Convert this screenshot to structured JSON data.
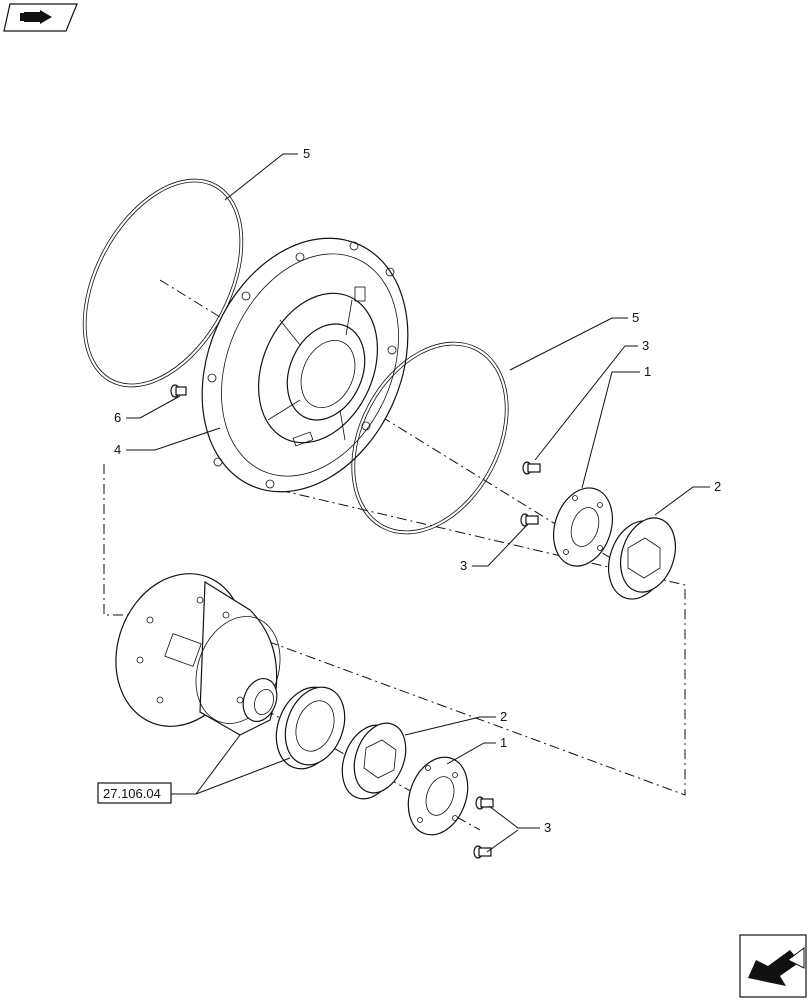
{
  "callouts": {
    "c5_top": "5",
    "c5_right": "5",
    "c3_upper": "3",
    "c1_upper": "1",
    "c2_upper": "2",
    "c6": "6",
    "c4": "4",
    "c3_left": "3",
    "c2_lower": "2",
    "c1_lower": "1",
    "c3_lower": "3"
  },
  "reference_box": {
    "label": "27.106.04"
  },
  "icons": {
    "top_left": "hand-pointer-icon",
    "bottom_right": "next-page-arrow-icon"
  }
}
